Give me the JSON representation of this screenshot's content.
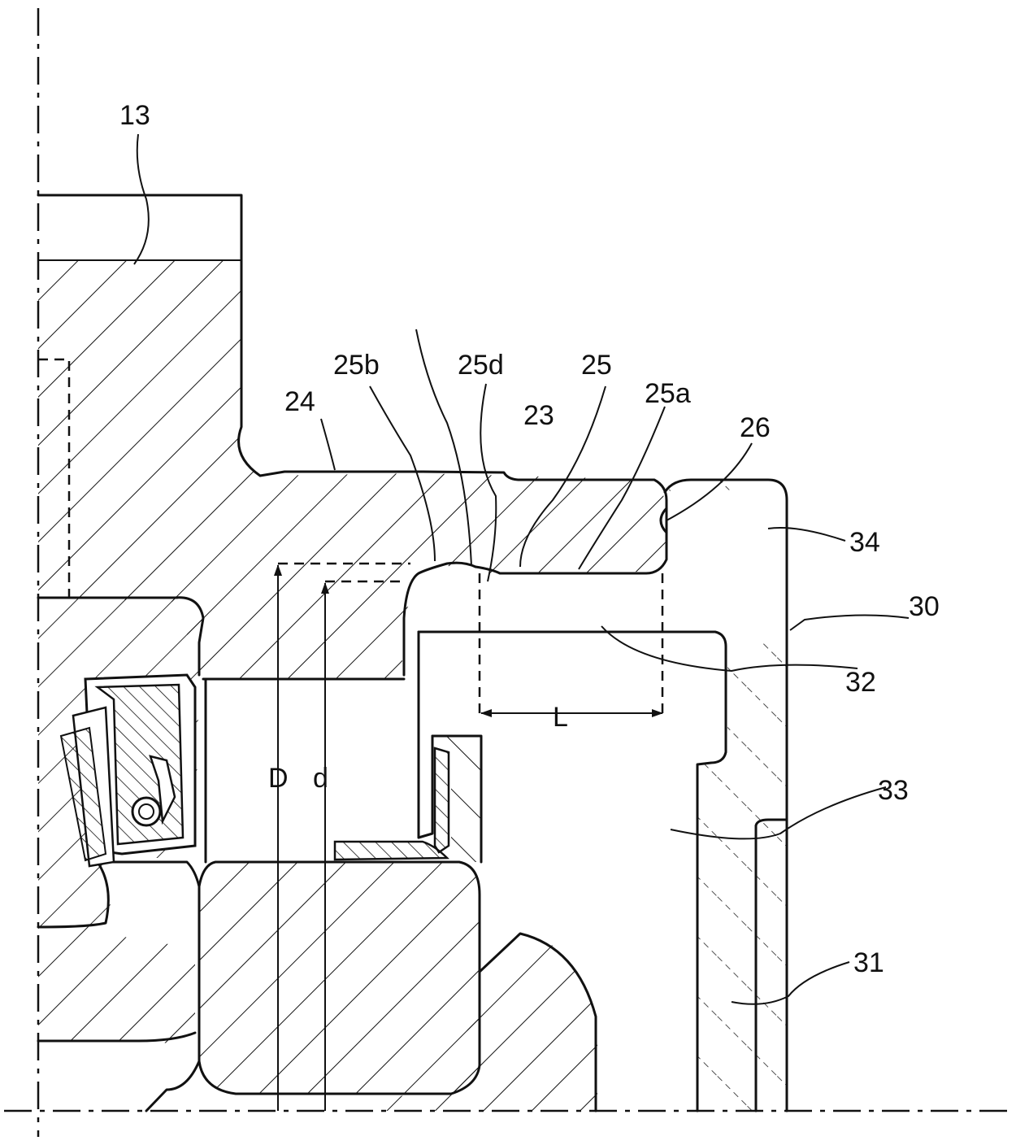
{
  "labels": {
    "l13": "13",
    "l24": "24",
    "l25b": "25b",
    "l25d": "25d",
    "l25": "25",
    "l25a": "25a",
    "l23": "23",
    "l26": "26",
    "l34": "34",
    "l30": "30",
    "l32": "32",
    "L": "L",
    "D": "D",
    "d": "d",
    "l33": "33",
    "l31": "31"
  }
}
